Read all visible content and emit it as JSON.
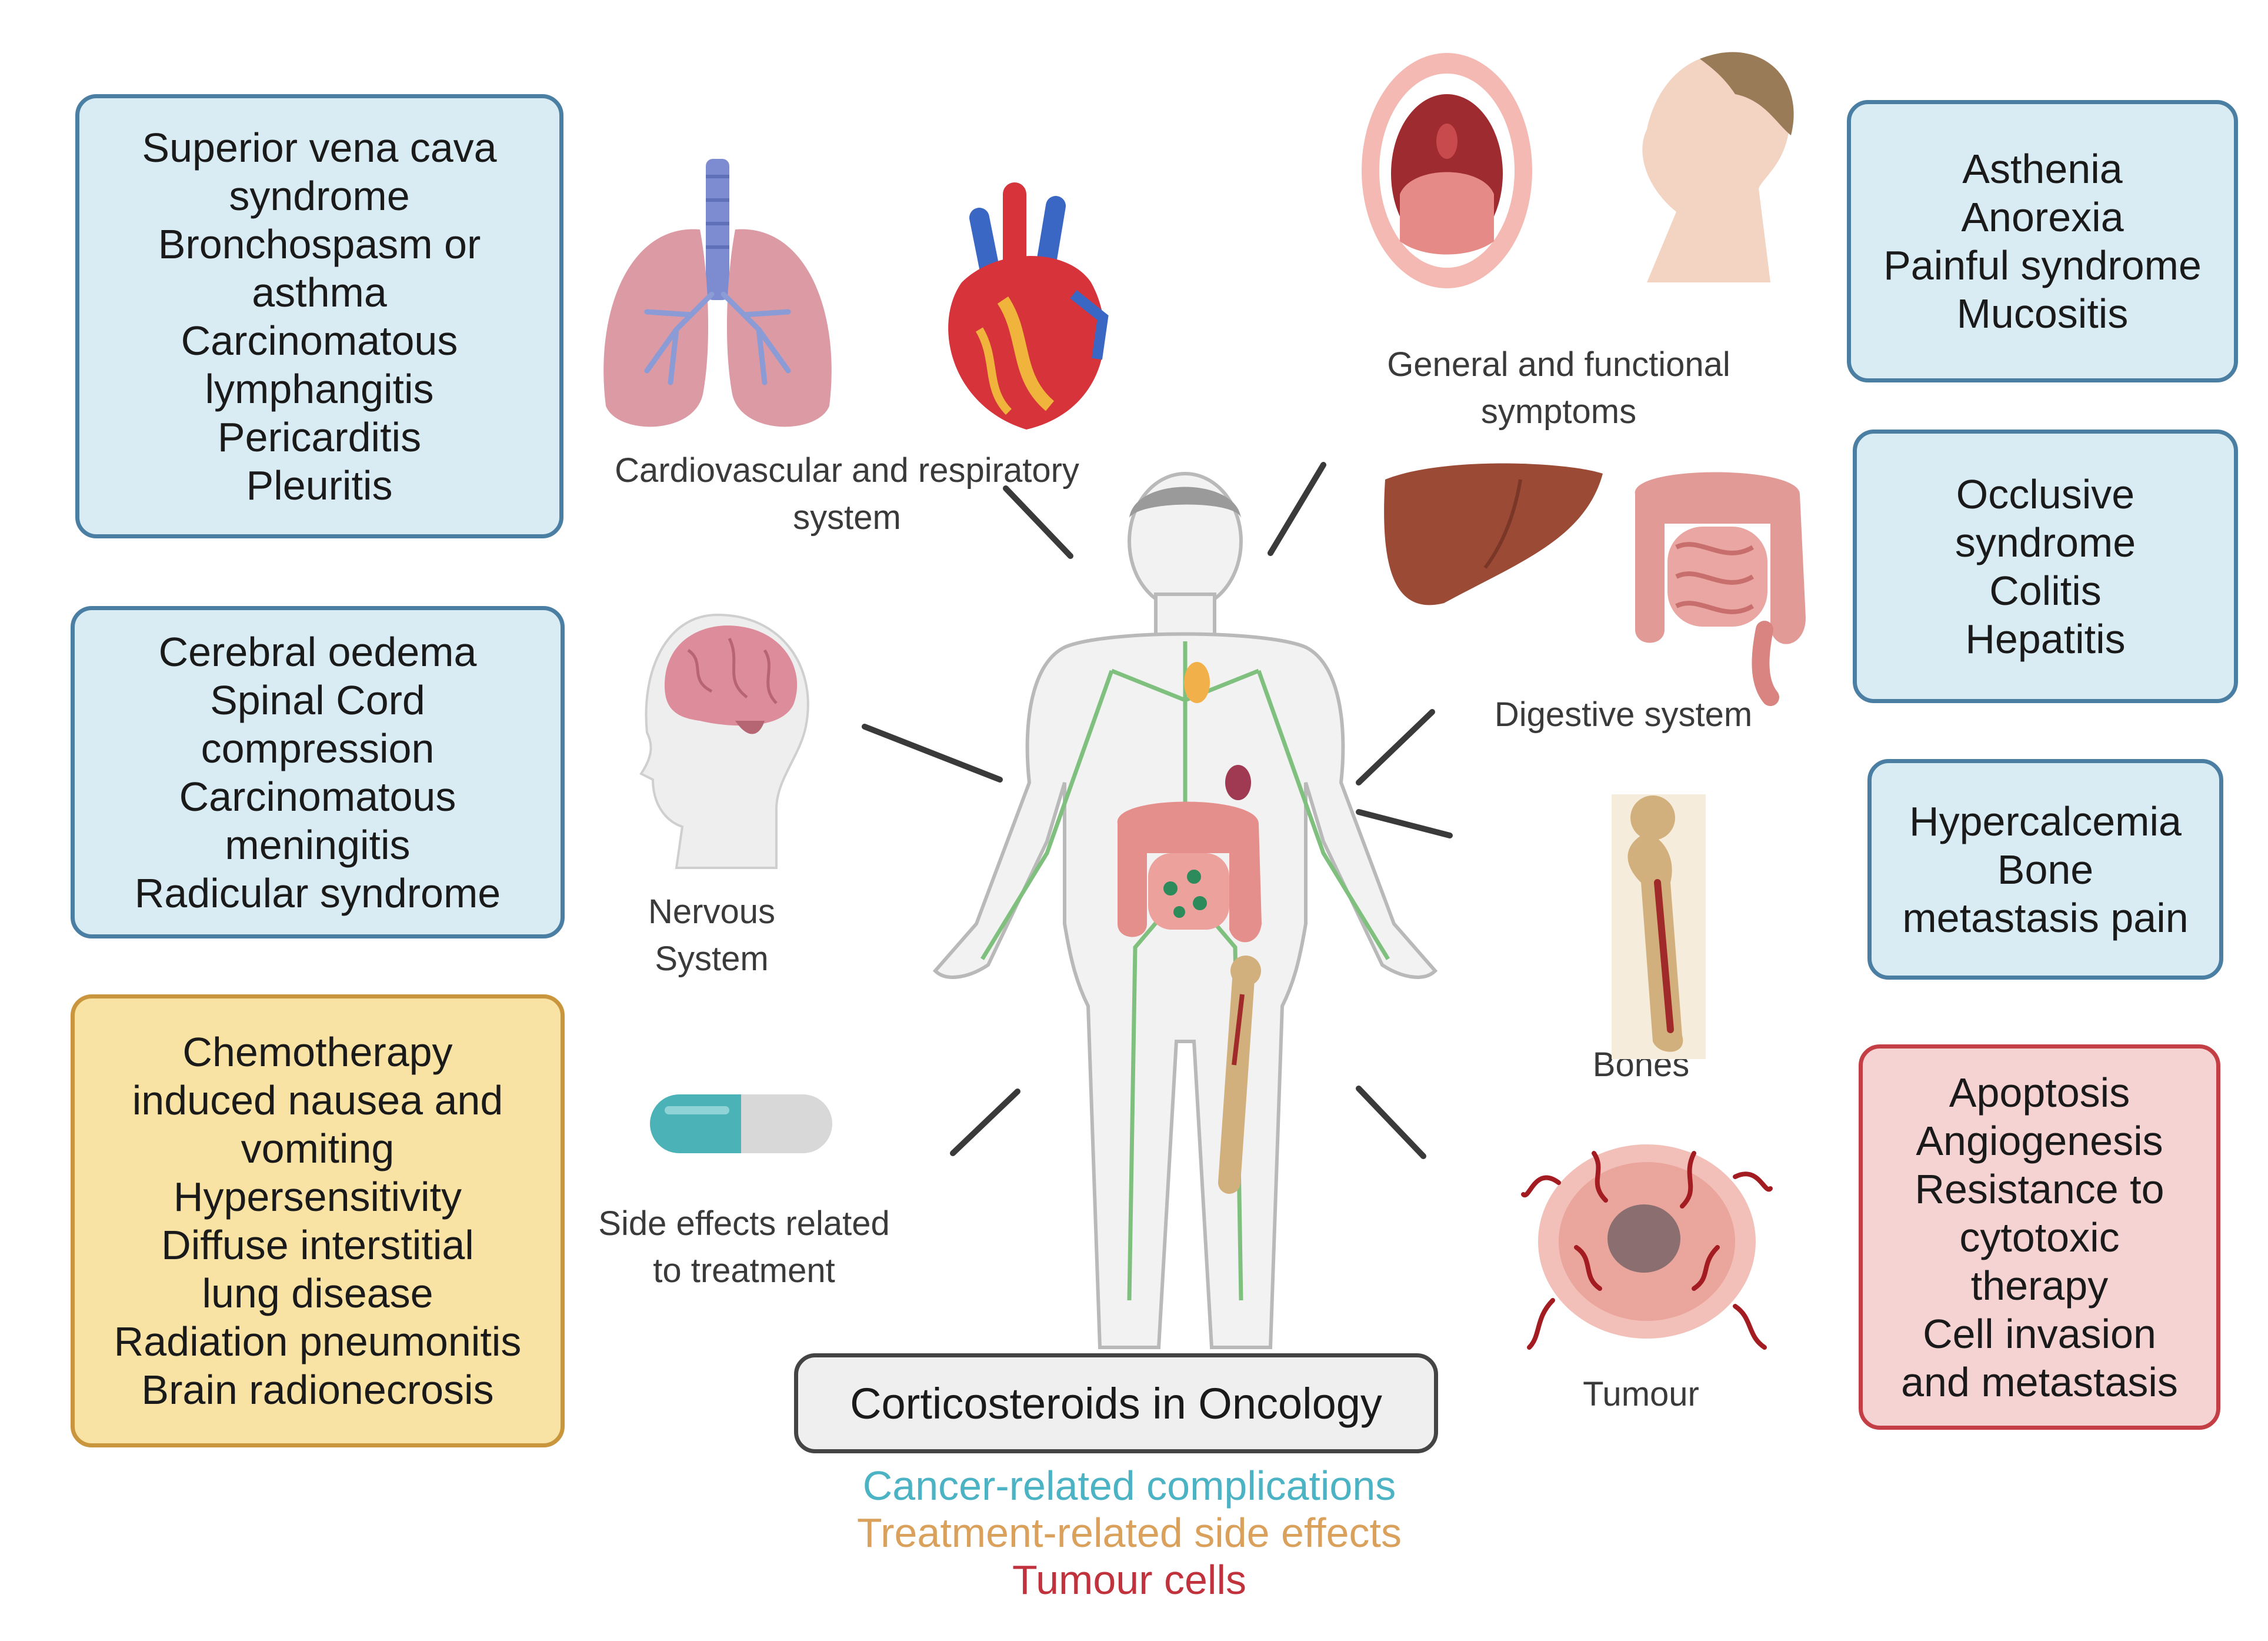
{
  "boxes": {
    "respiratory": [
      "Superior vena cava",
      "syndrome",
      "Bronchospasm or",
      "asthma",
      "Carcinomatous",
      "lymphangitis",
      "Pericarditis",
      "Pleuritis"
    ],
    "nervous": [
      "Cerebral oedema",
      "Spinal Cord",
      "compression",
      "Carcinomatous",
      "meningitis",
      "Radicular syndrome"
    ],
    "treatment": [
      "Chemotherapy",
      "induced nausea and",
      "vomiting",
      "Hypersensitivity",
      "Diffuse interstitial",
      "lung disease",
      "Radiation pneumonitis",
      "Brain radionecrosis"
    ],
    "general": [
      "Asthenia",
      "Anorexia",
      "Painful syndrome",
      "Mucositis"
    ],
    "digestive": [
      "Occlusive",
      "syndrome",
      "Colitis",
      "Hepatitis"
    ],
    "bones": [
      "Hypercalcemia",
      "Bone",
      "metastasis pain"
    ],
    "tumour": [
      "Apoptosis",
      "Angiogenesis",
      "Resistance to",
      "cytotoxic",
      "therapy",
      "Cell invasion",
      "and metastasis"
    ]
  },
  "labels": {
    "cardio": [
      "Cardiovascular and respiratory",
      "system"
    ],
    "general": [
      "General and functional",
      "symptoms"
    ],
    "digestive": [
      "Digestive system"
    ],
    "nervous": [
      "Nervous",
      "System"
    ],
    "bones": [
      "Bones"
    ],
    "side_effects": [
      "Side effects related",
      "to treatment"
    ],
    "tumour": [
      "Tumour"
    ]
  },
  "title": "Corticosteroids in Oncology",
  "legend": {
    "cancer": "Cancer-related complications",
    "treatment": "Treatment-related side effects",
    "tumour": "Tumour cells"
  },
  "colors": {
    "cancer": "#4bb3c4",
    "treatment": "#d9a15c",
    "tumour": "#c0333d",
    "box_blue": "#d9ecf3",
    "box_yellow": "#f9e3a4",
    "box_red": "#f5d3d3"
  }
}
